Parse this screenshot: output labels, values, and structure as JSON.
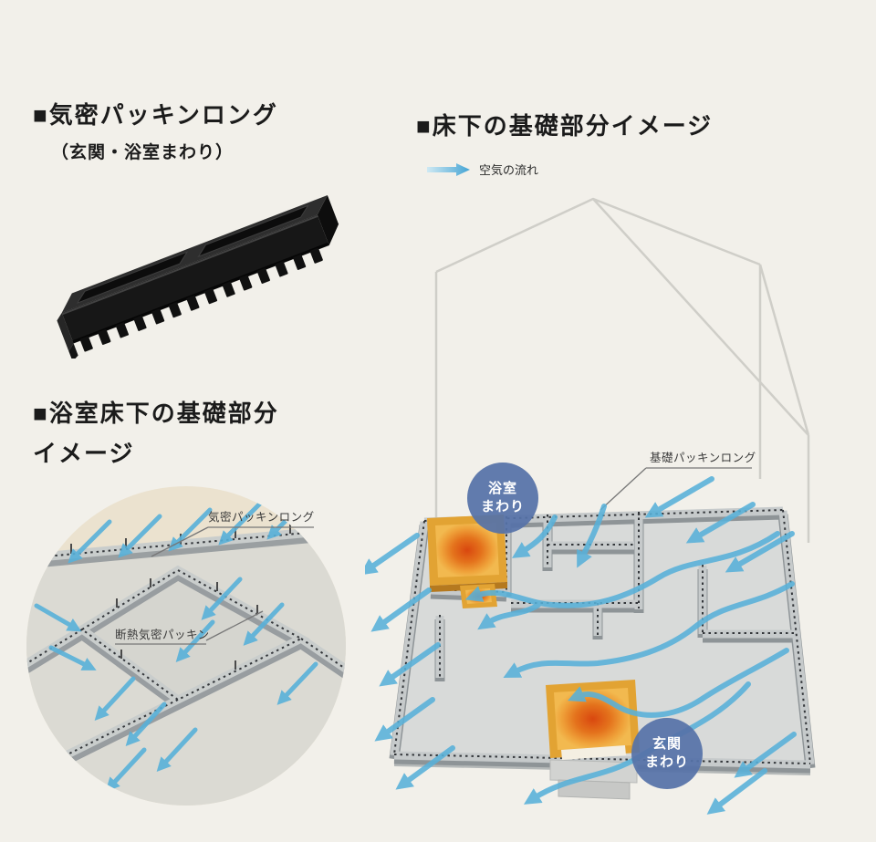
{
  "colors": {
    "background": "#f2f0ea",
    "air_arrow_blue": "#58b1d9",
    "badge_blue": "#5672a8",
    "heat_center_orange": "#d9470f",
    "heat_frame_gold": "#e2a333",
    "wireframe_gray": "#cccbc6"
  },
  "airtight_packing_section": {
    "title": "■気密パッキンロング",
    "subtitle": "（玄関・浴室まわり）"
  },
  "underfloor_section": {
    "title": "■床下の基礎部分イメージ",
    "legend_icon": "air-flow-arrow",
    "legend_label": "空気の流れ",
    "foundation_packing_label": "基礎パッキンロング",
    "bathroom_badge": {
      "line1": "浴室",
      "line2": "まわり"
    },
    "entrance_badge": {
      "line1": "玄関",
      "line2": "まわり"
    }
  },
  "bathroom_underfloor_section": {
    "title_line1": "■浴室床下の基礎部分",
    "title_line2": "イメージ",
    "airtight_packing_label": "気密パッキンロング",
    "insulated_packing_label": "断熱気密パッキン"
  }
}
